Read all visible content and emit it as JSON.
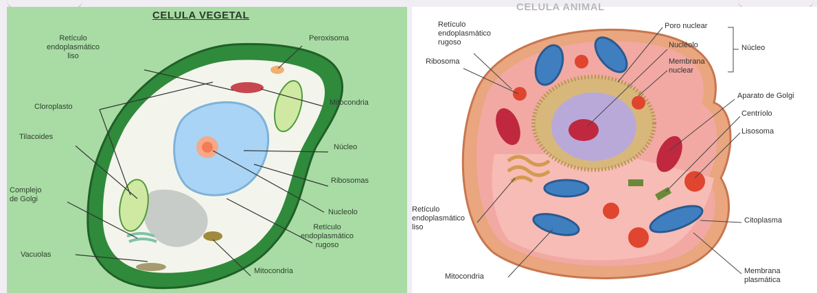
{
  "plant": {
    "title": "CELULA VEGETAL",
    "labels": {
      "reticulo_liso": [
        "Retículo",
        "endoplasmático",
        "liso"
      ],
      "peroxisoma": "Peroxisoma",
      "cloroplasto": "Cloroplasto",
      "mitocondria_top": "Mitocondria",
      "tilacoides": "Tilacoides",
      "nucleo": "Núcleo",
      "ribosomas": "Ribosomas",
      "complejo_golgi": [
        "Complejo",
        "de Golgi"
      ],
      "nucleolo": "Nucleolo",
      "reticulo_rugoso": [
        "Retículo",
        "endoplasmático",
        "rugoso"
      ],
      "vacuolas": "Vacuolas",
      "mitocondria_bottom": "Mitocondria"
    }
  },
  "animal": {
    "title": "CELULA ANIMAL",
    "labels": {
      "reticulo_rugoso": [
        "Retículo",
        "endoplasmático",
        "rugoso"
      ],
      "ribosoma": "Ribosoma",
      "poro_nuclear": "Poro nuclear",
      "nucleolo": "Nucléolo",
      "membrana_nuclear": [
        "Membrana",
        "nuclear"
      ],
      "nucleo": "Núcleo",
      "aparato_golgi": "Aparato de Golgi",
      "centriolo": "Centríolo",
      "lisosoma": "Lisosoma",
      "reticulo_liso": [
        "Retículo",
        "endoplasmático",
        "liso"
      ],
      "citoplasma": "Citoplasma",
      "mitocondria": "Mitocondria",
      "membrana_plasmatica": [
        "Membrana",
        "plasmática"
      ]
    }
  },
  "colors": {
    "plant_bg": "#a8dca4",
    "cell_wall": "#2f8a3b",
    "vacuole": "#a9d4f5",
    "animal_membrane": "#e7a57f",
    "mitochondria": "#3f7fc0",
    "nucleolus": "#c0283f"
  }
}
